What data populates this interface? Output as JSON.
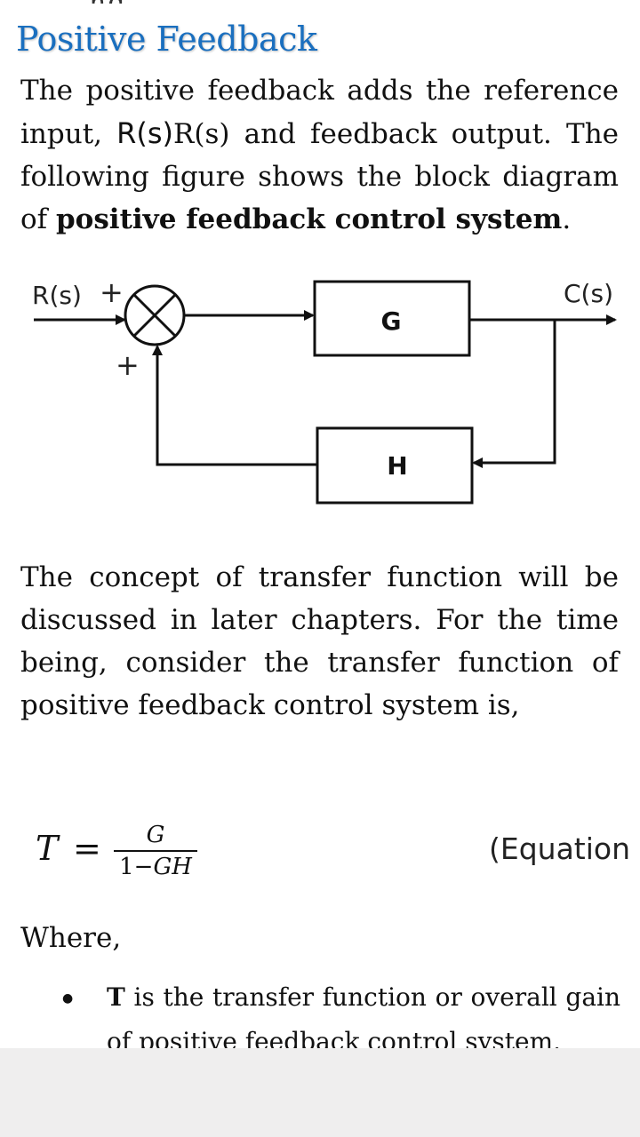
{
  "article": {
    "heading": "Positive Feedback",
    "para1": {
      "a": "The positive feedback adds the reference input, ",
      "math_inline": "R(s)",
      "b": "R(s) and feedback output. The following figure shows the block diagram of ",
      "bold": "positive feedback control system",
      "c": "."
    },
    "para2": "The concept of transfer function will be discussed in later chapters. For the time being, consider the transfer function of positive feedback control system is,",
    "equation": {
      "lhs": "T",
      "equals": "=",
      "numerator": "G",
      "denominator_a": "1",
      "denominator_b": "−GH",
      "label": "(Equation"
    },
    "where": "Where,",
    "bullet": {
      "bold": "T",
      "text": " is the transfer function or overall gain of positive feedback control system."
    }
  },
  "diagram": {
    "input_label": "R(s)",
    "output_label": "C(s)",
    "plus_top": "+",
    "plus_bottom": "+",
    "block_forward": "G",
    "block_feedback": "H"
  },
  "colors": {
    "heading": "#1a6fbf",
    "bottom_bar": "#efeeee"
  }
}
